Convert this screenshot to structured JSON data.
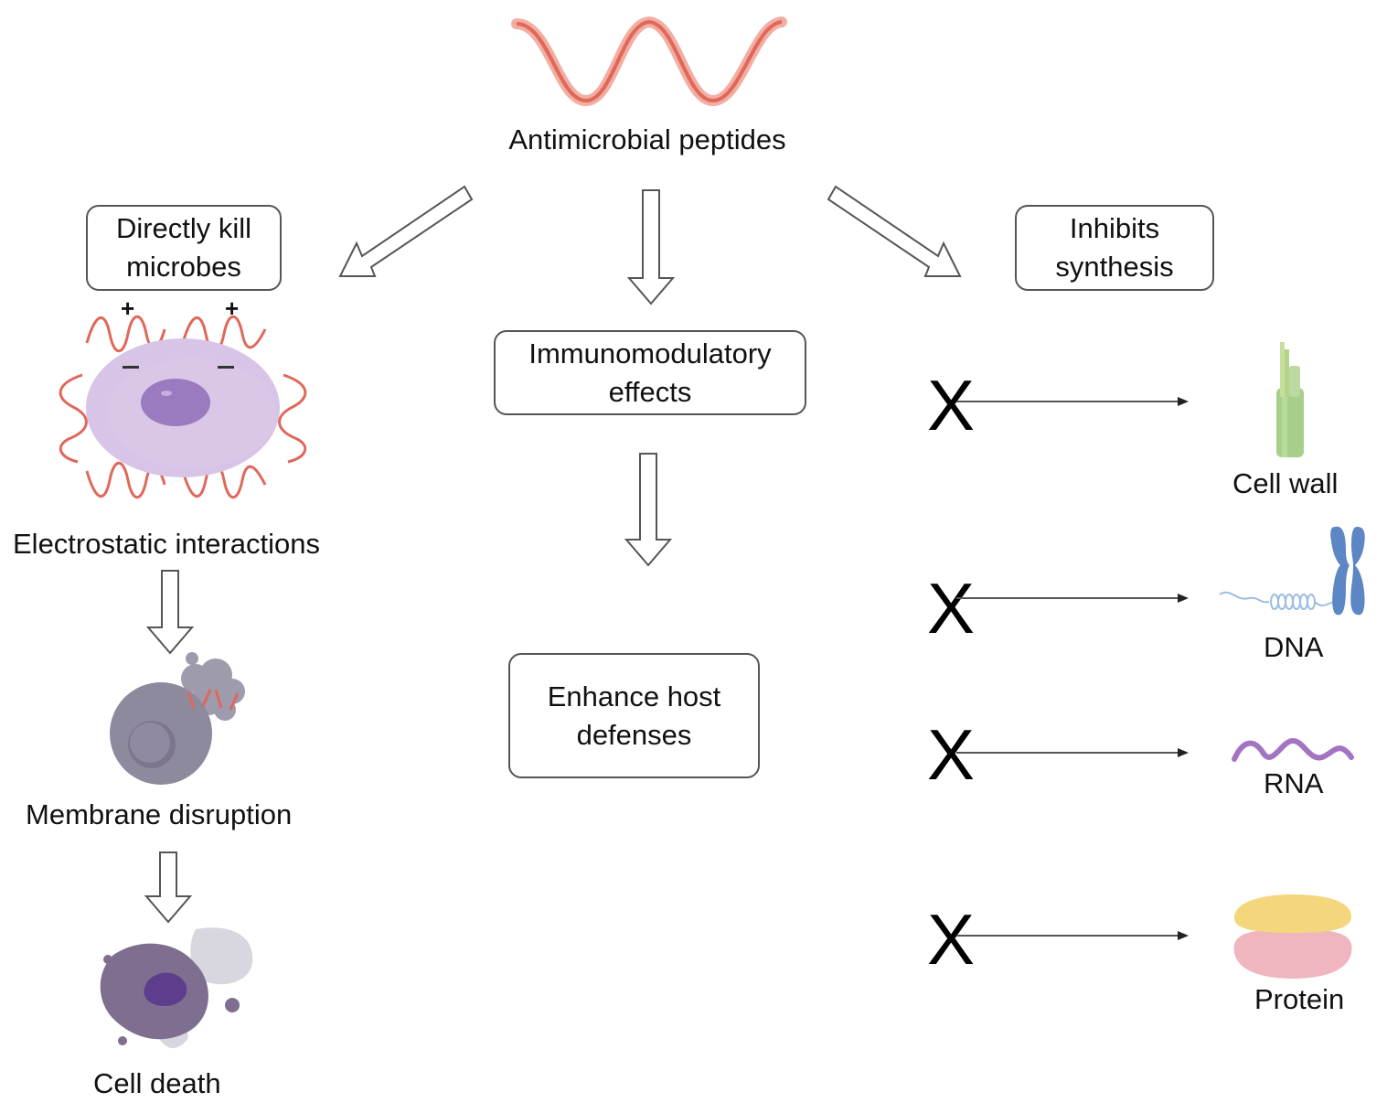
{
  "title": "Antimicrobial peptides",
  "branches": {
    "left": {
      "box": [
        "Directly kill",
        "microbes"
      ],
      "charge_positive": "+",
      "charge_negative": "−",
      "steps": [
        "Electrostatic interactions",
        "Membrane disruption",
        "Cell death"
      ]
    },
    "center": {
      "box": [
        "Immunomodulatory",
        "effects"
      ],
      "result_box": [
        "Enhance host",
        "defenses"
      ]
    },
    "right": {
      "box": [
        "Inhibits",
        "synthesis"
      ],
      "block_symbol": "X",
      "targets": [
        {
          "label": "Cell wall",
          "icon": "cell-wall-icon"
        },
        {
          "label": "DNA",
          "icon": "dna-chromosome-icon"
        },
        {
          "label": "RNA",
          "icon": "rna-icon"
        },
        {
          "label": "Protein",
          "icon": "protein-icon"
        }
      ]
    }
  },
  "colors": {
    "peptide": "#e0685a",
    "peptide_light": "#f2aea2",
    "cell_body": "#d8c4e6",
    "nucleus": "#9a7bbf",
    "damaged_cell": "#8e8a9e",
    "dead_cell": "#7e6f90",
    "dead_nucleus": "#5e3d8c",
    "cell_wall": "#a8cf8a",
    "dna": "#5d86c4",
    "rna": "#a274c2",
    "protein_top": "#f4d67c",
    "protein_bottom": "#efb6c0"
  }
}
